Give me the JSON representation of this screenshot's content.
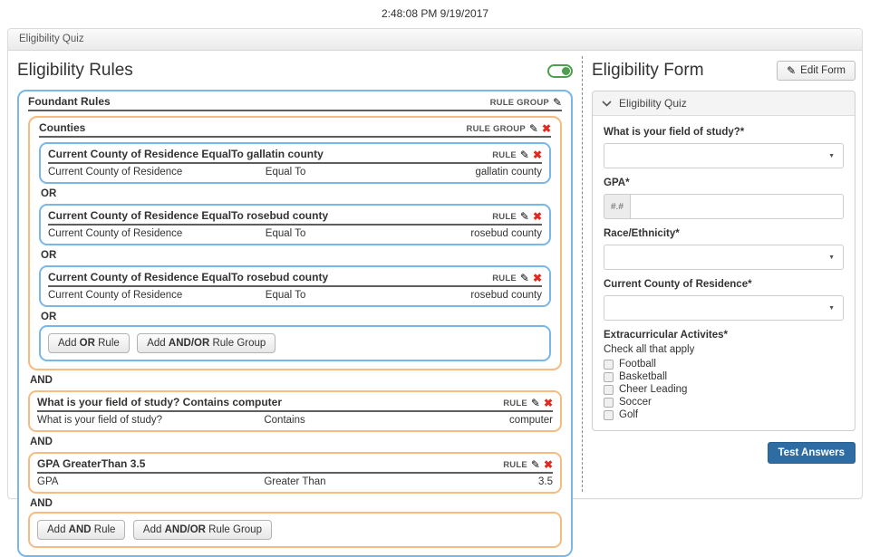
{
  "header": {
    "timestamp": "2:48:08 PM 9/19/2017",
    "tab": "Eligibility Quiz"
  },
  "labels": {
    "rule_group": "RULE GROUP",
    "rule": "RULE",
    "or": "OR",
    "and": "AND"
  },
  "buttons": {
    "add_or": {
      "pre": "Add",
      "bold": "OR",
      "post": "Rule"
    },
    "add_and": {
      "pre": "Add",
      "bold": "AND",
      "post": "Rule"
    },
    "add_andor": {
      "pre": "Add",
      "bold": "AND/OR",
      "post": "Rule Group"
    }
  },
  "rules": {
    "title": "Eligibility Rules",
    "toggle_on": true,
    "root": {
      "name": "Foundant Rules"
    },
    "counties": {
      "name": "Counties",
      "rules": [
        {
          "title": "Current County of Residence EqualTo gallatin county",
          "field": "Current County of Residence",
          "op": "Equal To",
          "value": "gallatin county"
        },
        {
          "title": "Current County of Residence EqualTo rosebud county",
          "field": "Current County of Residence",
          "op": "Equal To",
          "value": "rosebud county"
        },
        {
          "title": "Current County of Residence EqualTo rosebud county",
          "field": "Current County of Residence",
          "op": "Equal To",
          "value": "rosebud county"
        }
      ]
    },
    "top_rules": [
      {
        "title": "What is your field of study? Contains computer",
        "field": "What is your field of study?",
        "op": "Contains",
        "value": "computer"
      },
      {
        "title": "GPA GreaterThan 3.5",
        "field": "GPA",
        "op": "Greater Than",
        "value": "3.5"
      }
    ]
  },
  "form": {
    "title": "Eligibility Form",
    "edit_label": "Edit Form",
    "section": "Eligibility Quiz",
    "fields": {
      "field_of_study": {
        "label": "What is your field of study?*",
        "value": ""
      },
      "gpa": {
        "label": "GPA*",
        "addon": "#.#",
        "value": ""
      },
      "race": {
        "label": "Race/Ethnicity*",
        "value": ""
      },
      "county": {
        "label": "Current County of Residence*",
        "value": ""
      },
      "extracurricular": {
        "label": "Extracurricular Activites*",
        "hint": "Check all that apply",
        "options": [
          "Football",
          "Basketball",
          "Cheer Leading",
          "Soccer",
          "Golf"
        ]
      }
    },
    "test_label": "Test Answers"
  },
  "colors": {
    "group_blue": "#79b7e9",
    "group_orange": "#f5bb80",
    "delete_red": "#e02b20",
    "toggle_green": "#4f9e4f",
    "primary_blue": "#2e6da4"
  }
}
